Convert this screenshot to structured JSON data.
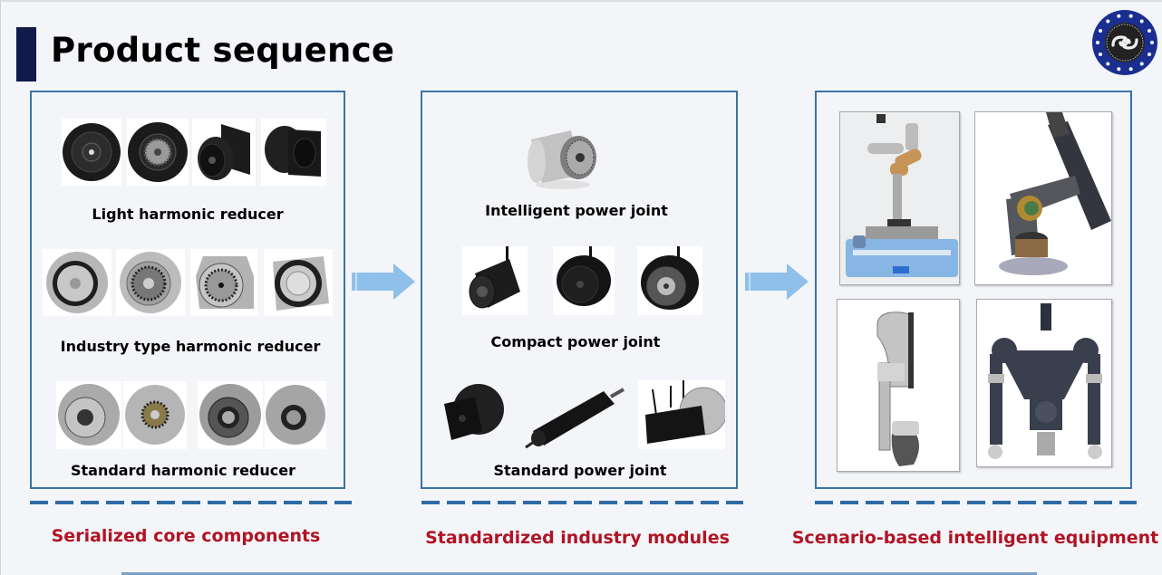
{
  "header": {
    "title": "Product sequence",
    "logo_icon": "company-logo-emblem"
  },
  "colors": {
    "title_bar": "#111a4a",
    "panel_border": "#3b73a8",
    "dash": "#2e6aa4",
    "caption": "#b01424",
    "arrow": "#8fc0ea",
    "logo_ring": "#1a2e8f"
  },
  "columns": [
    {
      "caption": "Serialized core components",
      "groups": [
        {
          "label": "Light harmonic reducer",
          "image_count": 4,
          "finish": "black"
        },
        {
          "label": "Industry type harmonic reducer",
          "image_count": 4,
          "finish": "silver"
        },
        {
          "label": "Standard harmonic reducer",
          "image_count": 4,
          "finish": "silver"
        }
      ]
    },
    {
      "caption": "Standardized industry modules",
      "groups": [
        {
          "label": "Intelligent power joint",
          "image_count": 1,
          "finish": "silver"
        },
        {
          "label": "Compact power joint",
          "image_count": 3,
          "finish": "black"
        },
        {
          "label": "Standard power joint",
          "image_count": 3,
          "finish": "black"
        }
      ]
    },
    {
      "caption": "Scenario-based intelligent equipment",
      "scenes": [
        {
          "name": "mobile-manipulator-robot"
        },
        {
          "name": "tilting-actuator-mount"
        },
        {
          "name": "robotic-leg"
        },
        {
          "name": "dual-arm-robot-torso"
        }
      ]
    }
  ],
  "arrows": [
    "arrow-right-icon",
    "arrow-right-icon"
  ]
}
